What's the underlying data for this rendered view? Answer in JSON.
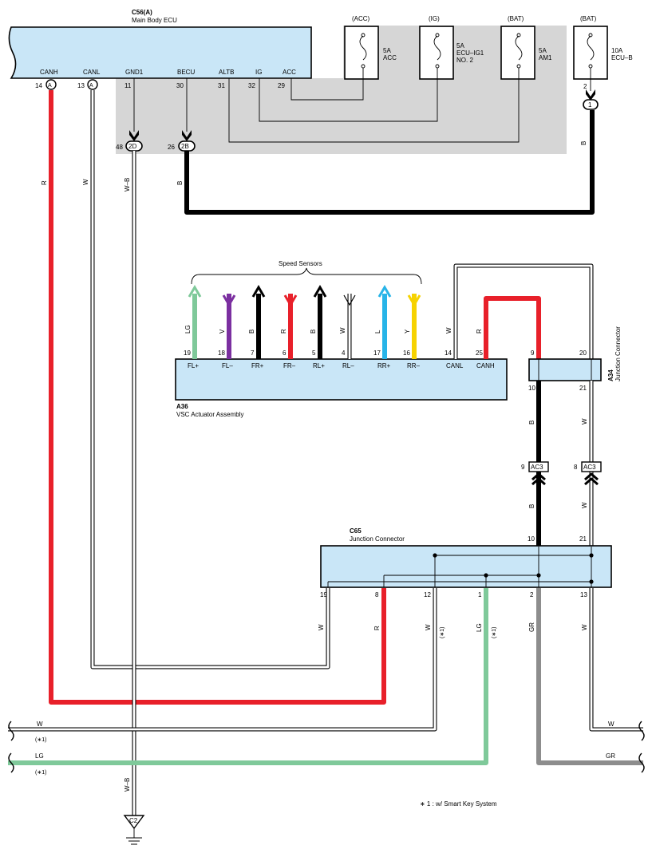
{
  "ecu": {
    "code": "C56(A)",
    "name": "Main Body ECU"
  },
  "ecu_pins": {
    "canh": "CANH",
    "canl": "CANL",
    "gnd1": "GND1",
    "becu": "BECU",
    "altb": "ALTB",
    "ig": "IG",
    "acc": "ACC",
    "n_canh": "14",
    "n_canl": "13",
    "n_gnd1": "11",
    "n_becu": "30",
    "n_altb": "31",
    "n_ig": "32",
    "n_acc": "29",
    "conn_a": "A"
  },
  "fuses": {
    "acc": {
      "source": "(ACC)",
      "rating": "5A",
      "name": "ACC"
    },
    "ig": {
      "source": "(IG)",
      "rating": "5A",
      "name1": "ECU–IG1",
      "name2": "NO. 2"
    },
    "bat": {
      "source": "(BAT)",
      "rating": "5A",
      "name": "AM1"
    },
    "ecub": {
      "source": "(BAT)",
      "rating": "10A",
      "name": "ECU–B",
      "pin": "2"
    }
  },
  "connectors": {
    "c1": "1",
    "c2d": "2D",
    "n_2d": "48",
    "c2b": "2B",
    "n_2b": "26",
    "ac3": "AC3",
    "n_ac3_l": "9",
    "n_ac3_r": "8",
    "ground": "C2"
  },
  "wire_colors": {
    "r": "R",
    "w": "W",
    "wb": "W–B",
    "b": "B",
    "lg": "LG",
    "v": "V",
    "l": "L",
    "y": "Y",
    "gr": "GR"
  },
  "vsc": {
    "code": "A36",
    "name": "VSC Actuator Assembly",
    "speed_sensors": "Speed Sensors",
    "pins": [
      {
        "label": "FL+",
        "num": "19",
        "color": "LG",
        "hex": "#7fc99a"
      },
      {
        "label": "FL–",
        "num": "18",
        "color": "V",
        "hex": "#7b2fa0"
      },
      {
        "label": "FR+",
        "num": "7",
        "color": "B",
        "hex": "#000000"
      },
      {
        "label": "FR–",
        "num": "6",
        "color": "R",
        "hex": "#e8202a"
      },
      {
        "label": "RL+",
        "num": "5",
        "color": "B",
        "hex": "#000000"
      },
      {
        "label": "RL–",
        "num": "4",
        "color": "W",
        "hex": "#ffffff"
      },
      {
        "label": "RR+",
        "num": "17",
        "color": "L",
        "hex": "#27b4e8"
      },
      {
        "label": "RR–",
        "num": "16",
        "color": "Y",
        "hex": "#f6d200"
      }
    ],
    "canl": "CANL",
    "n_canl": "14",
    "canh": "CANH",
    "n_canh": "25"
  },
  "a34": {
    "code": "A34",
    "name": "Junction Connector",
    "n9": "9",
    "n20": "20",
    "n10": "10",
    "n21": "21"
  },
  "c65": {
    "code": "C65",
    "name": "Junction Connector",
    "n10": "10",
    "n21": "21",
    "n19": "19",
    "n8": "8",
    "n12": "12",
    "n1": "1",
    "n2": "2",
    "n13": "13"
  },
  "notes": {
    "mark": "(∗1)",
    "footnote": "∗ 1 : w/ Smart Key System"
  }
}
